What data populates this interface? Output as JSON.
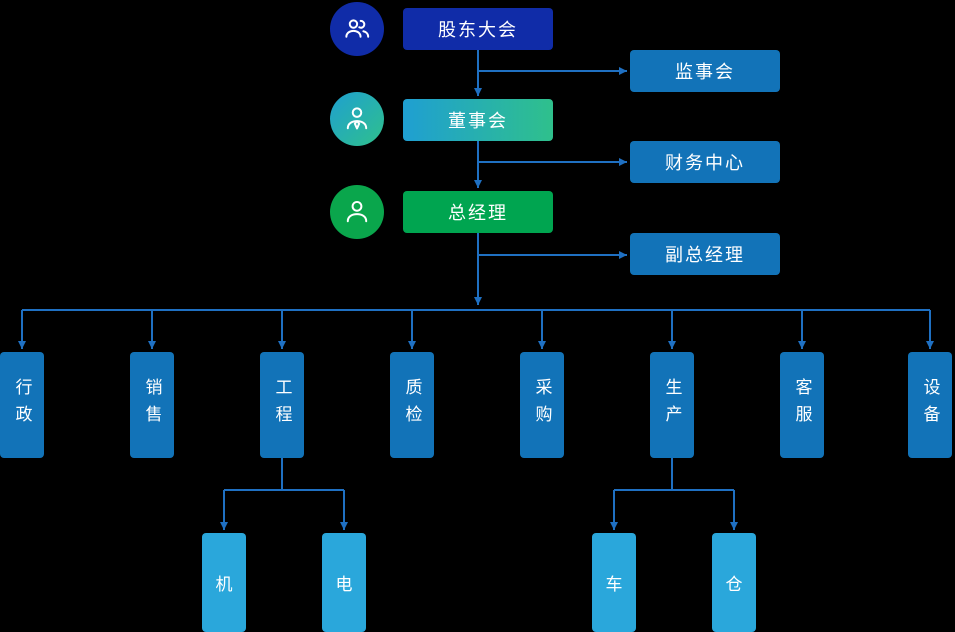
{
  "colors": {
    "background": "#000000",
    "navy": "#102ca8",
    "blue": "#1273b8",
    "light_blue": "#2aa7db",
    "green": "#00a550",
    "gradient_start": "#1f9fd2",
    "gradient_end": "#2fc08c",
    "connector": "#1f70c2"
  },
  "nodes": {
    "shareholders": "股东大会",
    "supervisory_board": "监事会",
    "board_of_directors": "董事会",
    "finance_center": "财务中心",
    "general_manager": "总经理",
    "deputy_general_manager": "副总经理"
  },
  "departments": [
    "行政",
    "销售",
    "工程",
    "质检",
    "采购",
    "生产",
    "客服",
    "设备"
  ],
  "engineering_sub": [
    "机",
    "电"
  ],
  "production_sub": [
    "车",
    "仓"
  ],
  "icons": {
    "shareholders": "people-group-icon",
    "board_of_directors": "person-tie-icon",
    "general_manager": "person-icon"
  }
}
